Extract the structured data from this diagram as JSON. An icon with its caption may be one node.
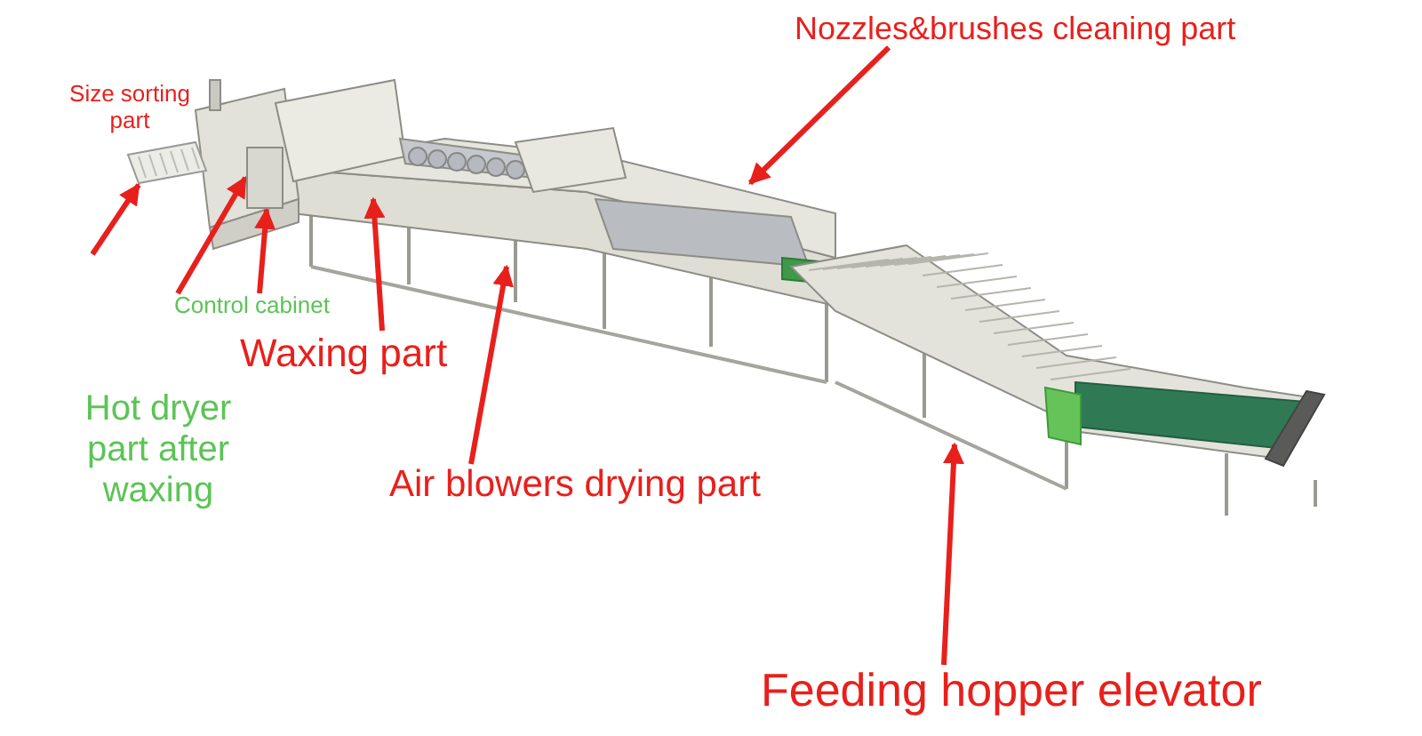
{
  "diagram": {
    "nodes": [
      {
        "text": [
          "Nozzles&brushes cleaning part"
        ]
      },
      {
        "text": [
          "Size sorting part"
        ]
      },
      {
        "text": [
          "Control cabinet"
        ]
      },
      {
        "text": [
          "Waxing part"
        ]
      },
      {
        "text": [
          "Hot dryer part after waxing"
        ]
      },
      {
        "text": [
          "Air blowers drying part"
        ]
      },
      {
        "text": [
          "Feeding hopper elevator"
        ]
      },
      {
        "text": [],
        "shape": "box"
      },
      {
        "text": [],
        "shape": "box"
      }
    ],
    "edges": [
      {
        "from": 0,
        "to": null,
        "arrow": "to"
      },
      {
        "from": null,
        "to": 7,
        "arrow": "to"
      },
      {
        "from": 2,
        "to": 8,
        "arrow": "to"
      },
      {
        "from": 2,
        "to": 8,
        "arrow": "to"
      },
      {
        "from": 3,
        "to": null,
        "arrow": "to"
      },
      {
        "from": 5,
        "to": null,
        "arrow": "to"
      },
      {
        "from": 6,
        "to": null,
        "arrow": "to"
      }
    ]
  }
}
